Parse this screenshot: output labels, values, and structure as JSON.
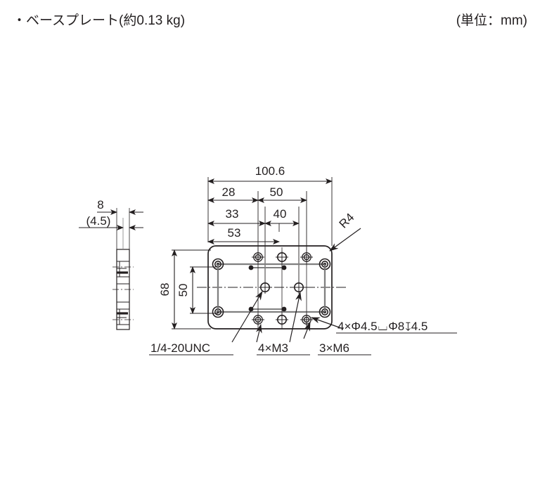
{
  "header": {
    "title": "・ベースプレート(約0.13 kg)",
    "unit_note": "(単位：mm)"
  },
  "drawing": {
    "type": "mechanical-2d-drawing",
    "part_name": "Base Plate",
    "line_color": "#231f20",
    "guide_color": "#808080",
    "dimensions_top": [
      {
        "id": "overall-width",
        "label": "100.6"
      },
      {
        "id": "dim-28",
        "label": "28"
      },
      {
        "id": "dim-50h",
        "label": "50"
      },
      {
        "id": "dim-33",
        "label": "33"
      },
      {
        "id": "dim-40",
        "label": "40"
      },
      {
        "id": "dim-53",
        "label": "53"
      }
    ],
    "dimensions_left": [
      {
        "id": "overall-height",
        "label": "68"
      },
      {
        "id": "dim-50v",
        "label": "50"
      }
    ],
    "side_view_dimensions": [
      {
        "id": "thickness-8",
        "label": "8"
      },
      {
        "id": "thickness-4p5",
        "label": "(4.5)"
      }
    ],
    "annotations": [
      {
        "id": "corner-radius",
        "label": "R4"
      },
      {
        "id": "counterbore-callout",
        "label": "4×Φ4.5⌴Φ8↧4.5"
      },
      {
        "id": "unc-thread",
        "label": "1/4-20UNC"
      },
      {
        "id": "m3-thread",
        "label": "4×M3"
      },
      {
        "id": "m6-thread",
        "label": "3×M6"
      }
    ],
    "counterbore_callout_parts": {
      "count_dia": "4×Φ4.5",
      "cbore_symbol": "⌴",
      "cbore_dia": "Φ8",
      "depth_symbol": "↧",
      "depth": "4.5"
    }
  }
}
